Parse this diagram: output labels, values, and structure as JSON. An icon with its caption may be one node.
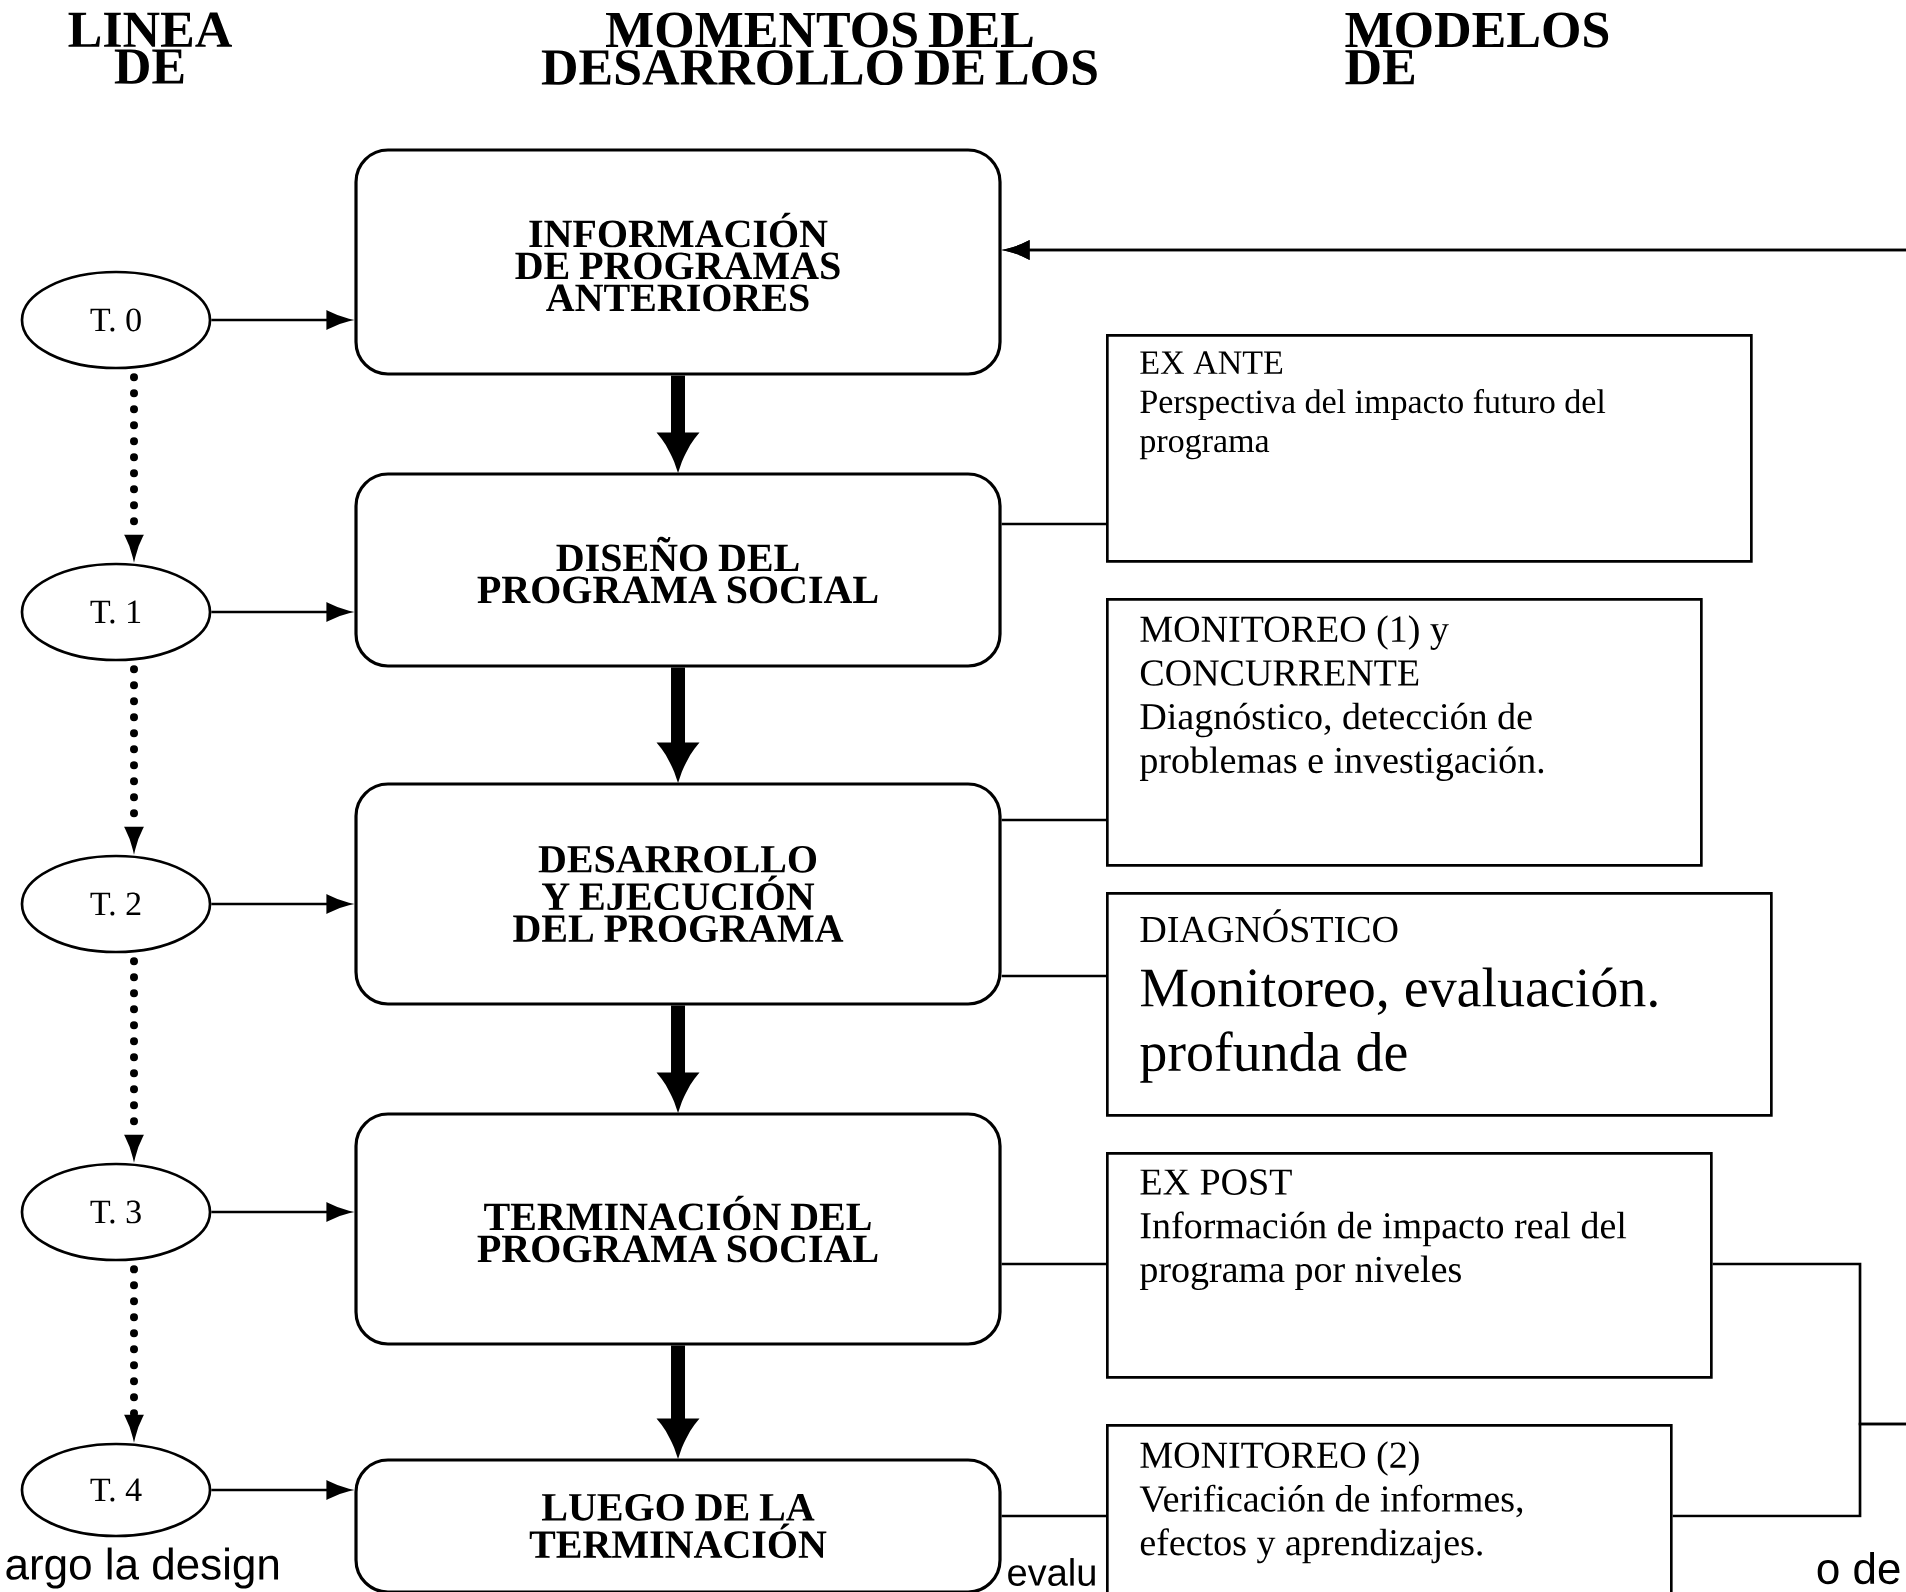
{
  "diagram": {
    "nodes": [
      {
        "text": [
          "T. 0"
        ]
      },
      {
        "text": [
          "T. 1"
        ]
      },
      {
        "text": [
          "T. 2"
        ]
      },
      {
        "text": [
          "T. 3"
        ]
      },
      {
        "text": [
          "T. 4"
        ]
      },
      {
        "text": [
          "INFORMACIÓN DE PROGRAMAS ANTERIORES"
        ]
      },
      {
        "text": [
          "DISEÑO DEL PROGRAMA SOCIAL"
        ]
      },
      {
        "text": [
          "DESARROLLO Y EJECUCIÓN DEL PROGRAMA"
        ]
      },
      {
        "text": [
          "TERMINACIÓN DEL PROGRAMA SOCIAL"
        ]
      },
      {
        "text": [
          "LUEGO DE LA TERMINACIÓN"
        ]
      },
      {
        "text": [
          "EX ANTE",
          "Perspectiva del impacto futuro del programa"
        ]
      },
      {
        "text": [
          "MONITOREO (1) y CONCURRENTE",
          "Diagnóstico,  detección de problemas e investigación."
        ]
      },
      {
        "text": [
          "DIAGNÓSTICO",
          "Monitoreo, evaluación. profunda de"
        ]
      },
      {
        "text": [
          "EX POST",
          "Información de impacto real del programa por niveles"
        ]
      },
      {
        "text": [
          "MONITOREO (2)",
          "Verificación de informes, efectos y aprendizajes."
        ]
      }
    ],
    "edges": [
      {
        "from": 0,
        "to": 5,
        "arrow": "to"
      },
      {
        "from": 1,
        "to": 6,
        "arrow": "to"
      },
      {
        "from": 2,
        "to": 7,
        "arrow": "to"
      },
      {
        "from": 3,
        "to": 8,
        "arrow": "to"
      },
      {
        "from": 4,
        "to": 9,
        "arrow": "to"
      },
      {
        "from": 0,
        "to": 1,
        "arrow": "to",
        "style": "dashed"
      },
      {
        "from": 1,
        "to": 2,
        "arrow": "to",
        "style": "dashed"
      },
      {
        "from": 2,
        "to": 3,
        "arrow": "to",
        "style": "dashed"
      },
      {
        "from": 3,
        "to": 4,
        "arrow": "to",
        "style": "dashed"
      },
      {
        "from": 5,
        "to": 6,
        "arrow": "to",
        "style": "thick"
      },
      {
        "from": 6,
        "to": 7,
        "arrow": "to",
        "style": "thick"
      },
      {
        "from": 7,
        "to": 8,
        "arrow": "to",
        "style": "thick"
      },
      {
        "from": 8,
        "to": 9,
        "arrow": "to",
        "style": "thick"
      },
      {
        "from": 6,
        "to": 10,
        "arrow": "none"
      },
      {
        "from": 7,
        "to": 11,
        "arrow": "none"
      },
      {
        "from": 7,
        "to": 12,
        "arrow": "none"
      },
      {
        "from": 8,
        "to": 13,
        "arrow": "none"
      },
      {
        "from": 9,
        "to": 14,
        "arrow": "none"
      },
      {
        "from": 13,
        "to": 5,
        "arrow": "to"
      },
      {
        "from": 14,
        "to": 5,
        "arrow": "to"
      }
    ],
    "labels": [
      "LINEA DE",
      "MOMENTOS DEL DESARROLLO DE LOS",
      "MODELOS DE",
      "argo la design",
      "evalu",
      "o de"
    ]
  }
}
